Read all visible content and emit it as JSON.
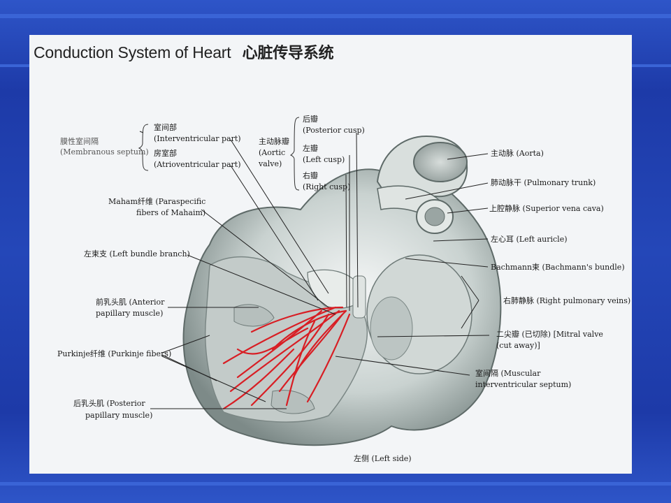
{
  "slide": {
    "title_en": "Conduction System of Heart",
    "title_cn": "心脏传导系统"
  },
  "labels": {
    "membranous_septum": "膜性室间隔",
    "membranous_septum_en": "(Membranous septum)",
    "interventricular_part_cn": "室间部",
    "interventricular_part_en": "(Interventricular part)",
    "atrioventricular_part_cn": "房室部",
    "atrioventricular_part_en": "(Atrioventricular part)",
    "aortic_valve_cn": "主动脉瓣",
    "aortic_valve_en1": "(Aortic",
    "aortic_valve_en2": "valve)",
    "posterior_cusp_cn": "后瓣",
    "posterior_cusp_en": "(Posterior cusp)",
    "left_cusp_cn": "左瓣",
    "left_cusp_en": "(Left cusp)",
    "right_cusp_cn": "右瓣",
    "right_cusp_en": "(Right cusp)",
    "mahaim_1": "Maham纤维 (Paraspecific",
    "mahaim_2": "fibers of Mahaim)",
    "left_bundle": "左束支 (Left bundle branch)",
    "ant_papillary_1": "前乳头肌 (Anterior",
    "ant_papillary_2": "papillary muscle)",
    "purkinje": "Purkinje纤维 (Purkinje fibers)",
    "post_papillary_1": "后乳头肌 (Posterior",
    "post_papillary_2": "papillary muscle)",
    "left_side": "左侧 (Left side)",
    "aorta": "主动脉 (Aorta)",
    "pulmonary_trunk": "肺动脉干 (Pulmonary trunk)",
    "svc": "上腔静脉 (Superior vena cava)",
    "left_auricle": "左心耳 (Left auricle)",
    "bachmann": "Bachmann束 (Bachmann's bundle)",
    "right_pulm_veins": "右肺静脉 (Right pulmonary veins)",
    "mitral_1": "二尖瓣 (已切除) [Mitral valve",
    "mitral_2": "(cut away)]",
    "muscular_septum_1": "室间隔 (Muscular",
    "muscular_septum_2": "interventricular septum)"
  }
}
